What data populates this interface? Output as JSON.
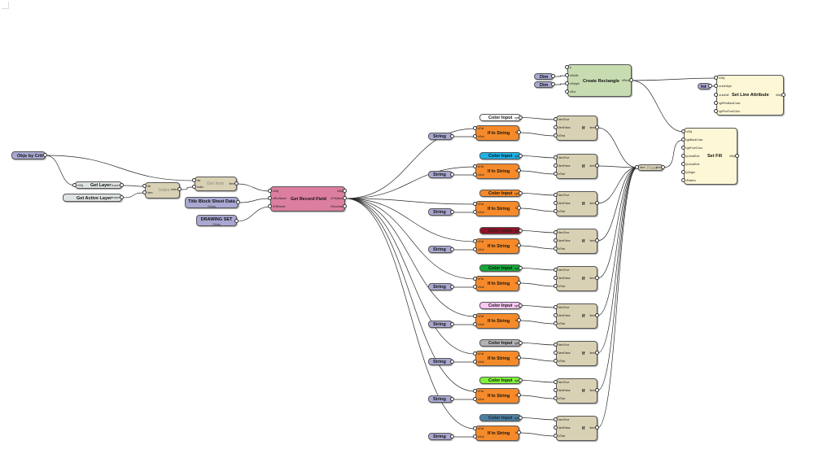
{
  "canvas": {
    "background": "#ffffff"
  },
  "nodes": {
    "objs_by_crit": {
      "title": "Objs by Crit",
      "out": "c"
    },
    "get_layer": {
      "title": "Get Layer",
      "in": "hObj",
      "out": "hLayer"
    },
    "get_active_layer": {
      "title": "Get Active Layer",
      "out": "hLayer"
    },
    "index": {
      "title": "Index",
      "in": [
        "list",
        "item"
      ],
      "out": "index"
    },
    "get_item": {
      "title": "Get Item",
      "in": [
        "list",
        "index"
      ],
      "out": "item"
    },
    "title_block_sheet_data": {
      "title": "Title Block Sheet Data",
      "subtitle": "String",
      "out": "c"
    },
    "drawing_set": {
      "title": "DRAWING SET",
      "subtitle": "String",
      "out": "c"
    },
    "get_record_field": {
      "title": "Get Record Field",
      "in": [
        "hObj",
        "sRecName",
        "sFldName"
      ],
      "out": [
        "hObj",
        "sFldValue",
        "bSuccess"
      ]
    },
    "dim1": {
      "title": "Dim",
      "out": "c"
    },
    "dim2": {
      "title": "Dim",
      "out": "c"
    },
    "create_rectangle": {
      "title": "Create Rectangle",
      "in": [
        "p",
        "nWidth",
        "nHeight",
        "nRot"
      ],
      "out": "hRect"
    },
    "int": {
      "title": "Int",
      "out": "c"
    },
    "set_line_attribute": {
      "title": "Set Line Attribute",
      "in": [
        "hObj",
        "nLineStyle",
        "nLineWt",
        "rgbPenBackColor",
        "rgbPenForeColor"
      ],
      "out": "hObj"
    },
    "set_fill": {
      "title": "Set Fill",
      "in": [
        "hObj",
        "rgbBackColor",
        "rgbForeColor",
        "pLAxisEnd",
        "pLAxisEnd",
        "pOrigin",
        "iPattern"
      ],
      "out": "hObj"
    },
    "pass": {
      "title": "Pass",
      "in": "item",
      "out": "item"
    }
  },
  "color_rows": [
    {
      "color_input": {
        "title": "Color Input",
        "out": "rgb",
        "color": "#ffffff"
      },
      "string": {
        "title": "String",
        "out": "c"
      },
      "if_in_string": {
        "title": "If In String",
        "in": [
          "sFull",
          "sSub"
        ],
        "out": "b"
      },
      "if": {
        "title": "If",
        "in": [
          "itemTrue",
          "itemFalse",
          "bTest"
        ],
        "out": "item"
      }
    },
    {
      "color_input": {
        "title": "Color Input",
        "out": "rgb",
        "color": "#1ab2e8"
      },
      "string": {
        "title": "String",
        "out": "c"
      },
      "if_in_string": {
        "title": "If In String",
        "in": [
          "sFull",
          "sSub"
        ],
        "out": "b"
      },
      "if": {
        "title": "If",
        "in": [
          "itemTrue",
          "itemFalse",
          "bTest"
        ],
        "out": "item"
      }
    },
    {
      "color_input": {
        "title": "Color Input",
        "out": "rgb",
        "color": "#f5892a"
      },
      "string": {
        "title": "String",
        "out": "c"
      },
      "if_in_string": {
        "title": "If In String",
        "in": [
          "sFull",
          "sSub"
        ],
        "out": "b"
      },
      "if": {
        "title": "If",
        "in": [
          "itemTrue",
          "itemFalse",
          "bTest"
        ],
        "out": "item"
      }
    },
    {
      "color_input": {
        "title": "Color Input",
        "out": "rgb",
        "color": "#8d1426"
      },
      "string": {
        "title": "String",
        "out": "c"
      },
      "if_in_string": {
        "title": "If In String",
        "in": [
          "sFull",
          "sSub"
        ],
        "out": "b"
      },
      "if": {
        "title": "If",
        "in": [
          "itemTrue",
          "itemFalse",
          "bTest"
        ],
        "out": "item"
      }
    },
    {
      "color_input": {
        "title": "Color Input",
        "out": "rgb",
        "color": "#14a838"
      },
      "string": {
        "title": "String",
        "out": "c"
      },
      "if_in_string": {
        "title": "If In String",
        "in": [
          "sFull",
          "sSub"
        ],
        "out": "b"
      },
      "if": {
        "title": "If",
        "in": [
          "itemTrue",
          "itemFalse",
          "bTest"
        ],
        "out": "item"
      }
    },
    {
      "color_input": {
        "title": "Color Input",
        "out": "rgb",
        "color": "#fbc7f3"
      },
      "string": {
        "title": "String",
        "out": "c"
      },
      "if_in_string": {
        "title": "If In String",
        "in": [
          "sFull",
          "sSub"
        ],
        "out": "b"
      },
      "if": {
        "title": "If",
        "in": [
          "itemTrue",
          "itemFalse",
          "bTest"
        ],
        "out": "item"
      }
    },
    {
      "color_input": {
        "title": "Color Input",
        "out": "rgb",
        "color": "#b3b3b3"
      },
      "string": {
        "title": "String",
        "out": "c"
      },
      "if_in_string": {
        "title": "If In String",
        "in": [
          "sFull",
          "sSub"
        ],
        "out": "b"
      },
      "if": {
        "title": "If",
        "in": [
          "itemTrue",
          "itemFalse",
          "bTest"
        ],
        "out": "item"
      }
    },
    {
      "color_input": {
        "title": "Color Input",
        "out": "rgb",
        "color": "#7ff23a"
      },
      "string": {
        "title": "String",
        "out": "c"
      },
      "if_in_string": {
        "title": "If In String",
        "in": [
          "sFull",
          "sSub"
        ],
        "out": "b"
      },
      "if": {
        "title": "If",
        "in": [
          "itemTrue",
          "itemFalse",
          "bTest"
        ],
        "out": "item"
      }
    },
    {
      "color_input": {
        "title": "Color Input",
        "out": "rgb",
        "color": "#4a7fa4"
      },
      "string": {
        "title": "String",
        "out": "c"
      },
      "if_in_string": {
        "title": "If In String",
        "in": [
          "sFull",
          "sSub"
        ],
        "out": "b"
      },
      "if": {
        "title": "If",
        "in": [
          "itemTrue",
          "itemFalse",
          "bTest"
        ],
        "out": "item"
      }
    }
  ]
}
